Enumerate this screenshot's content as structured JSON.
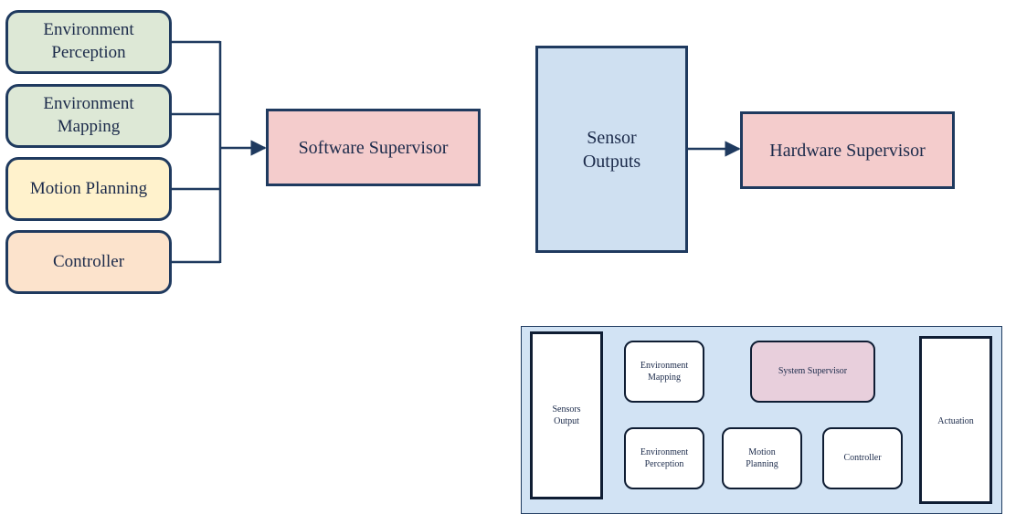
{
  "left_stack": {
    "environment_perception": "Environment Perception",
    "environment_mapping": "Environment Mapping",
    "motion_planning": "Motion Planning",
    "controller": "Controller"
  },
  "software_supervisor": "Software Supervisor",
  "sensor_outputs": "Sensor Outputs",
  "hardware_supervisor": "Hardware Supervisor",
  "detail": {
    "sensors_output": "Sensors Output",
    "environment_mapping": "Environment Mapping",
    "environment_perception": "Environment Perception",
    "motion_planning": "Motion Planning",
    "controller": "Controller",
    "system_supervisor": "System Supervisor",
    "actuation": "Actuation"
  },
  "colors": {
    "line": "#1f3a5f",
    "green": "#dde8d6",
    "yellow": "#fff2cc",
    "orange": "#fce3cc",
    "pink": "#f4cccc",
    "blue": "#cfe0f1",
    "panel": "#d2e3f4",
    "mauve": "#e8cfdc"
  }
}
